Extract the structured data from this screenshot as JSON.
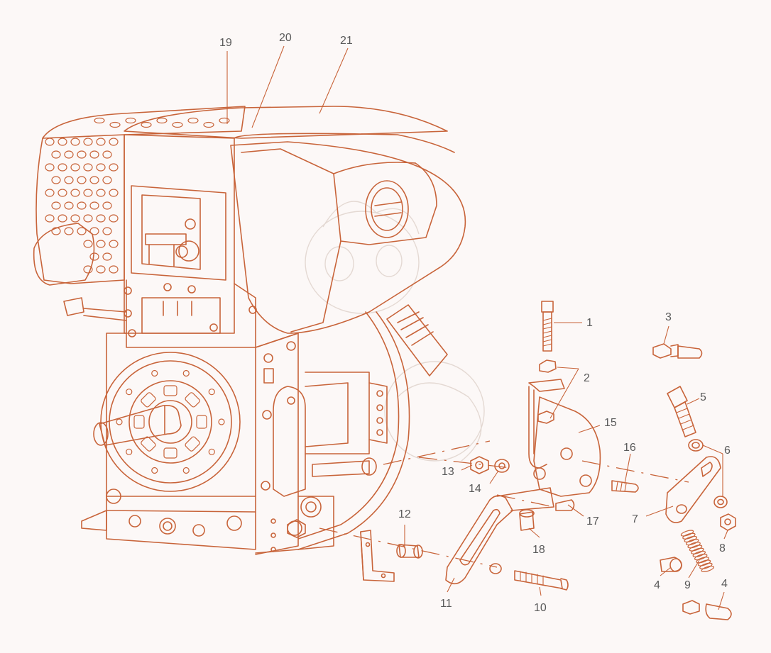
{
  "diagram": {
    "line_color": "#c8643a",
    "label_color": "#5a5a5a",
    "background": "#fcf8f7",
    "callouts": [
      {
        "id": "c1",
        "text": "1"
      },
      {
        "id": "c2",
        "text": "2"
      },
      {
        "id": "c3",
        "text": "3"
      },
      {
        "id": "c4a",
        "text": "4"
      },
      {
        "id": "c4b",
        "text": "4"
      },
      {
        "id": "c5",
        "text": "5"
      },
      {
        "id": "c6",
        "text": "6"
      },
      {
        "id": "c7",
        "text": "7"
      },
      {
        "id": "c8",
        "text": "8"
      },
      {
        "id": "c9",
        "text": "9"
      },
      {
        "id": "c10",
        "text": "10"
      },
      {
        "id": "c11",
        "text": "11"
      },
      {
        "id": "c12",
        "text": "12"
      },
      {
        "id": "c13",
        "text": "13"
      },
      {
        "id": "c14",
        "text": "14"
      },
      {
        "id": "c15",
        "text": "15"
      },
      {
        "id": "c16",
        "text": "16"
      },
      {
        "id": "c17",
        "text": "17"
      },
      {
        "id": "c18",
        "text": "18"
      },
      {
        "id": "c19",
        "text": "19"
      },
      {
        "id": "c20",
        "text": "20"
      },
      {
        "id": "c21",
        "text": "21"
      }
    ]
  }
}
